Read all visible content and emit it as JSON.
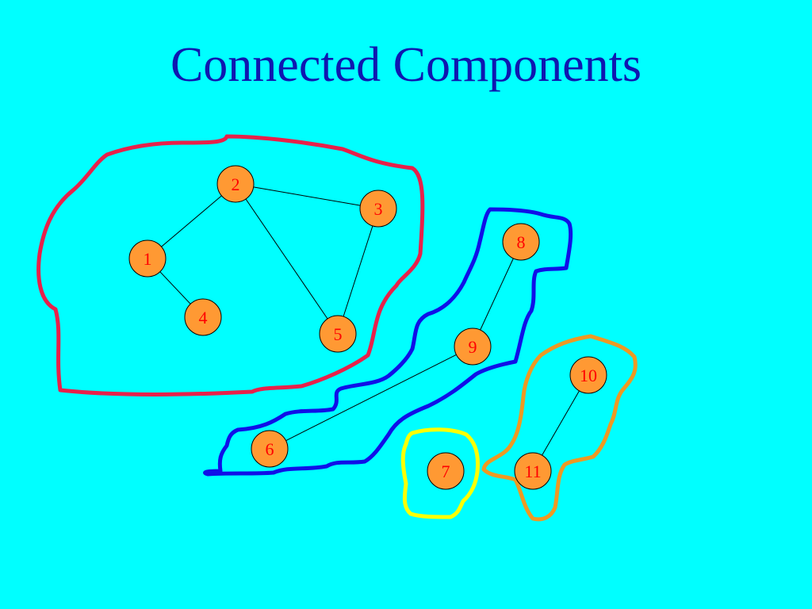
{
  "title": "Connected Components",
  "colors": {
    "background": "#00ffff",
    "title": "#0f17b0",
    "node_fill": "#ff9933",
    "node_label": "#ff0000",
    "edge": "#000000"
  },
  "graph": {
    "nodes": [
      {
        "id": "1",
        "label": "1"
      },
      {
        "id": "2",
        "label": "2"
      },
      {
        "id": "3",
        "label": "3"
      },
      {
        "id": "4",
        "label": "4"
      },
      {
        "id": "5",
        "label": "5"
      },
      {
        "id": "6",
        "label": "6"
      },
      {
        "id": "7",
        "label": "7"
      },
      {
        "id": "8",
        "label": "8"
      },
      {
        "id": "9",
        "label": "9"
      },
      {
        "id": "10",
        "label": "10"
      },
      {
        "id": "11",
        "label": "11"
      }
    ],
    "edges": [
      [
        "1",
        "2"
      ],
      [
        "1",
        "4"
      ],
      [
        "2",
        "3"
      ],
      [
        "2",
        "5"
      ],
      [
        "3",
        "5"
      ],
      [
        "8",
        "9"
      ],
      [
        "9",
        "6"
      ],
      [
        "10",
        "11"
      ]
    ],
    "components": [
      {
        "nodes": [
          "1",
          "2",
          "3",
          "4",
          "5"
        ],
        "outline_color": "#e8204a"
      },
      {
        "nodes": [
          "6",
          "8",
          "9"
        ],
        "outline_color": "#1010e8"
      },
      {
        "nodes": [
          "7"
        ],
        "outline_color": "#ffff00"
      },
      {
        "nodes": [
          "10",
          "11"
        ],
        "outline_color": "#ee9922"
      }
    ]
  }
}
